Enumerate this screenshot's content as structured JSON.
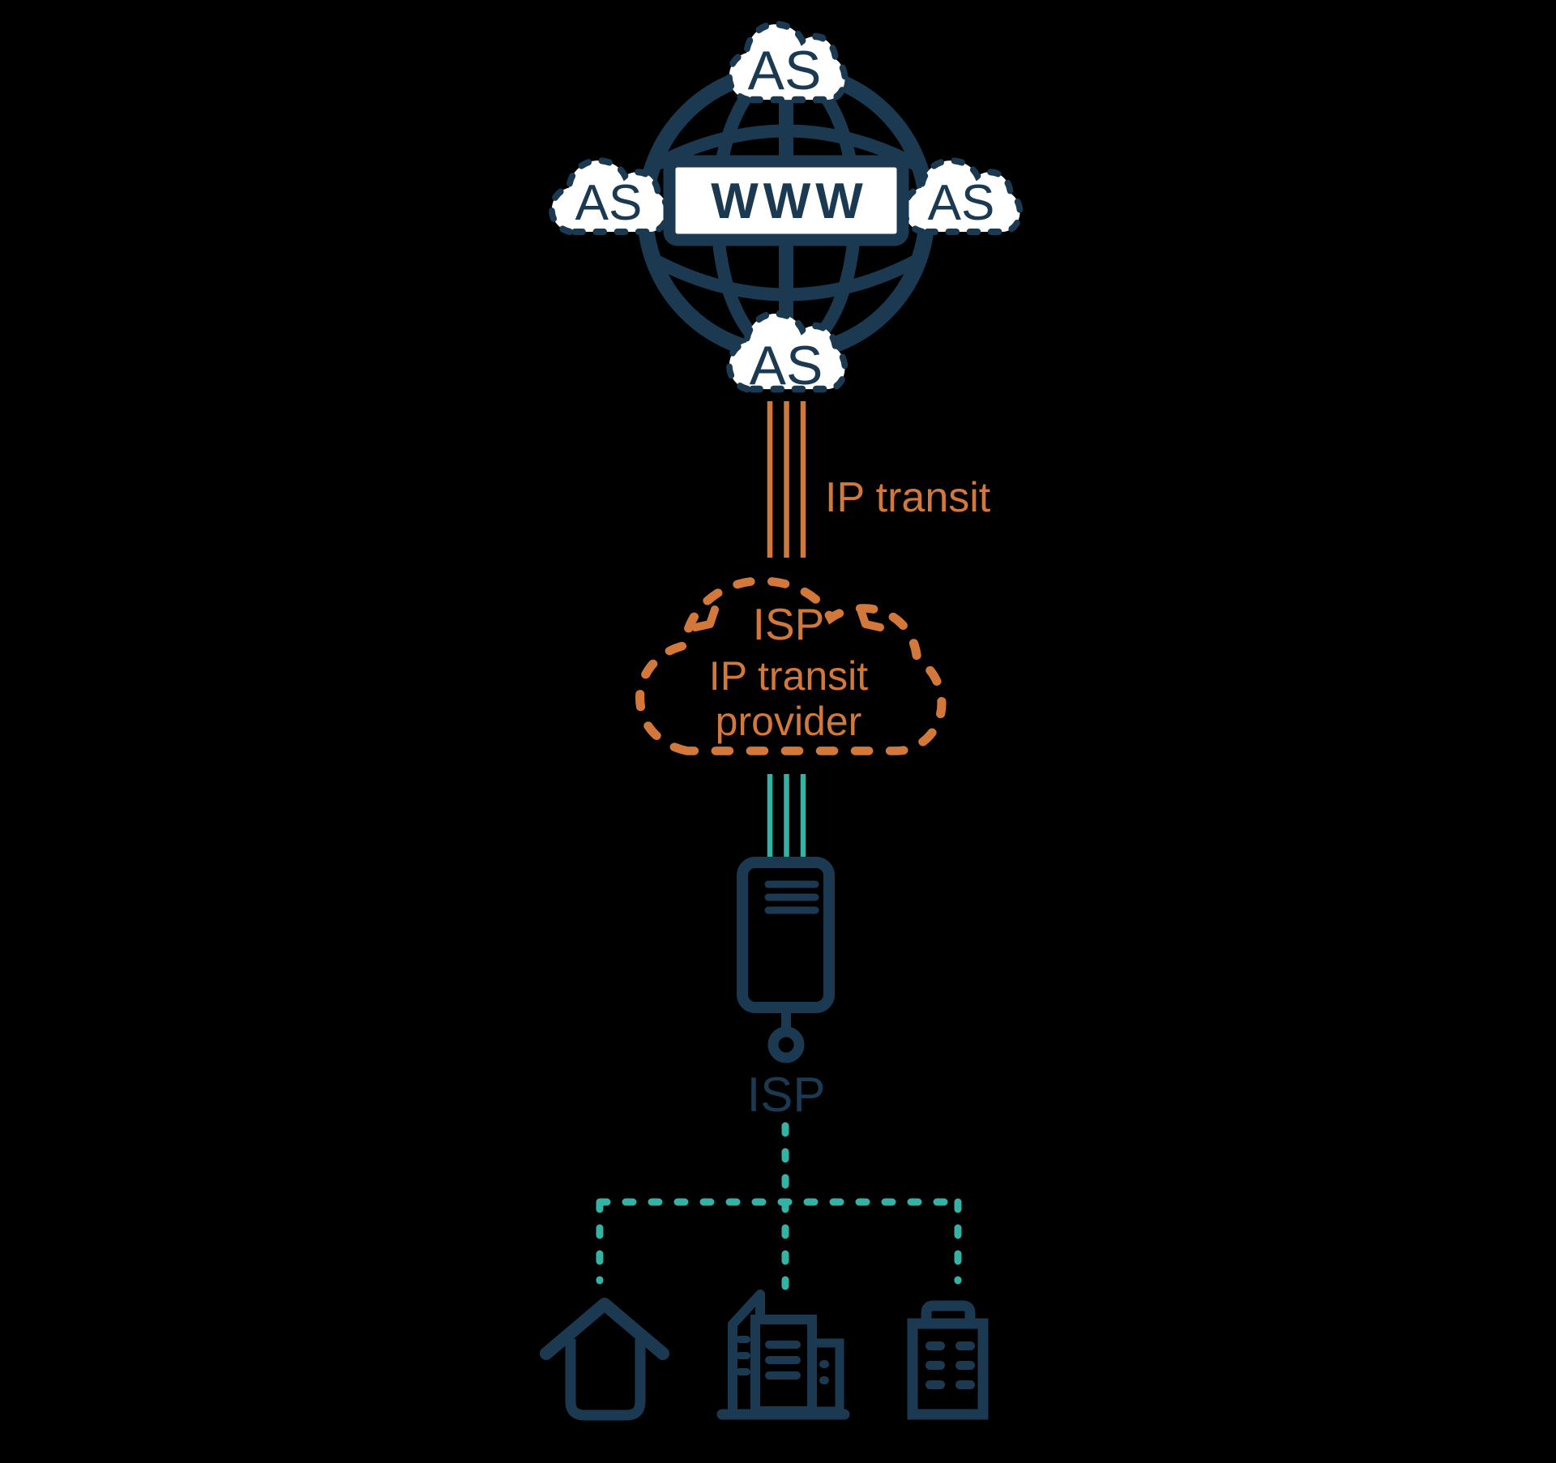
{
  "figure": {
    "internet": {
      "as_cloud_labels": [
        "AS",
        "AS",
        "AS",
        "AS"
      ],
      "globe_label": "WWW"
    },
    "transit_link_label": "IP transit",
    "transit_cloud": {
      "line1": "ISP",
      "line2": "IP transit",
      "line3": "provider"
    },
    "isp_label": "ISP"
  },
  "colors": {
    "navy": "#1b3a52",
    "orange": "#d2783a",
    "teal": "#33b2a5",
    "white": "#ffffff",
    "background": "#000000"
  },
  "icons": {
    "globe": "internet-globe-icon",
    "as_clouds": "cloud-icon",
    "transit_cloud": "cloud-icon",
    "server": "server-icon",
    "house": "house-icon",
    "office": "office-building-icon",
    "apartment": "apartment-building-icon"
  }
}
